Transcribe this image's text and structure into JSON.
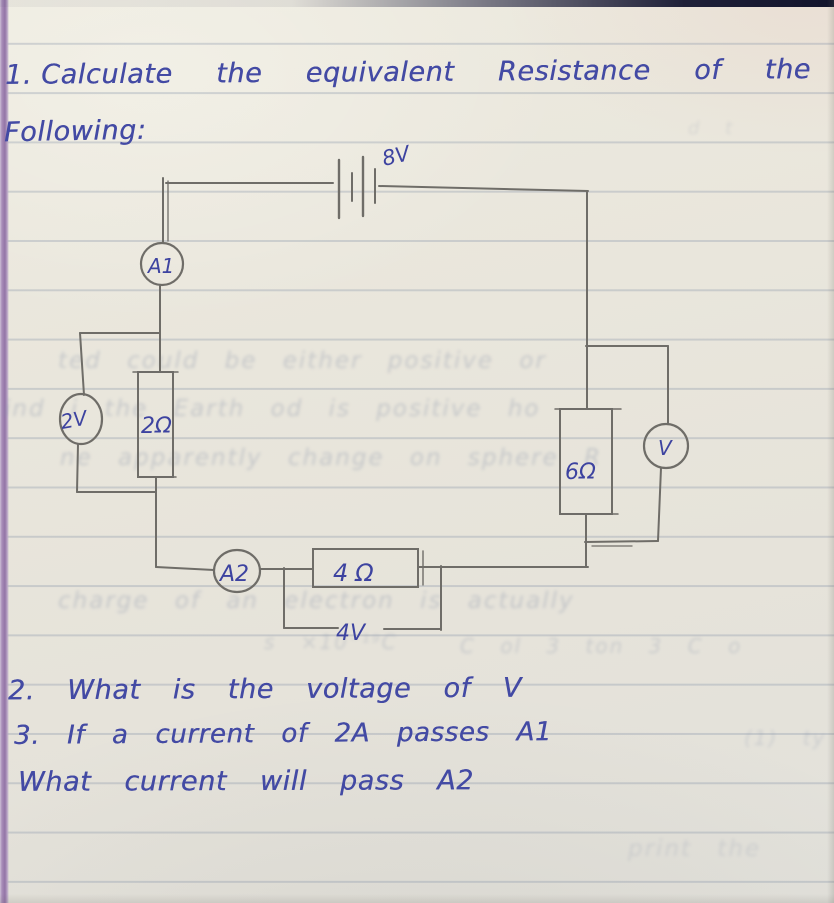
{
  "document": {
    "title_line1": "1. Calculate  the  equivalent  Resistance  of  the",
    "title_line2": "Following:",
    "question2": "2.  What  is  the  voltage  of  V",
    "question3_line1": "3.  If  a  current  of  2A  passes  A1",
    "question3_line2": "What  current  will  pass  A2"
  },
  "circuit": {
    "battery_label": "8V",
    "ammeter_1_label": "A1",
    "ammeter_2_label": "A2",
    "left_voltmeter_label": "2V",
    "right_voltmeter_label": "V",
    "left_resistor_label": "2Ω",
    "right_resistor_label": "6Ω",
    "bottom_resistor_label": "4Ω",
    "bottom_branch_label": "4V"
  },
  "colors": {
    "ink": "#434aa4",
    "pencil": "#6f6d68",
    "paper": "#e8e5dc",
    "margin_strip": "#9374a6"
  },
  "ghost_marks": [
    {
      "text": "d t"
    },
    {
      "text": "ted could be either positive or"
    },
    {
      "text": "ind i the Earth od is positive ho"
    },
    {
      "text": "ne apparently change on sphere R"
    },
    {
      "text": "charge of an electron is actually"
    },
    {
      "text": "s ×10⁻¹⁹C"
    },
    {
      "text": "C ol 3 ton 3 C o"
    },
    {
      "text": "(1) ty"
    },
    {
      "text": "print the"
    }
  ]
}
